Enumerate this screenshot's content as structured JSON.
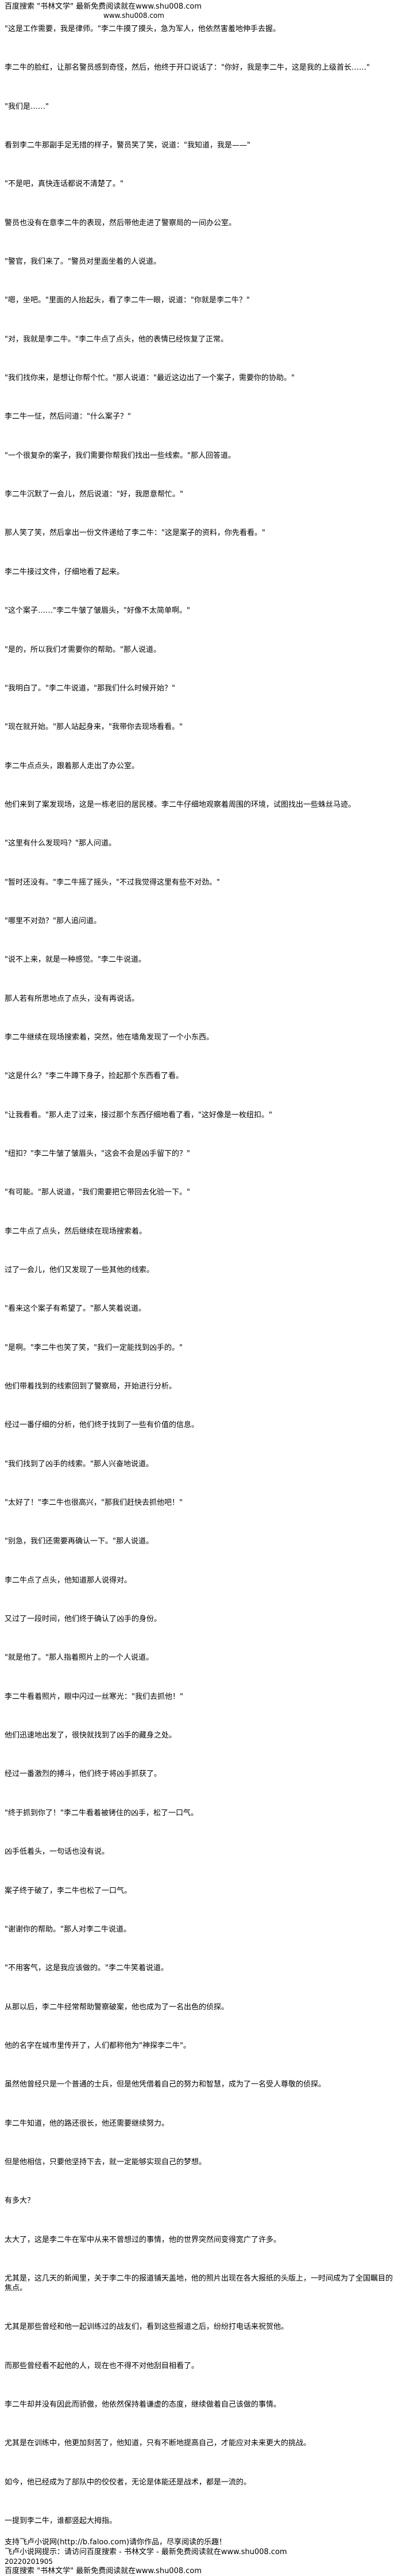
{
  "header": {
    "banner": "百度搜索 \"书林文学\" 最新免费阅读就在www.shu008.com",
    "url": "www.shu008.com"
  },
  "paragraphs": [
    "\"这是工作需要，我是律师。\"李二牛摸了摸头，急为军人，他依然害羞地伸手去握。",
    "李二牛的脸红，让那名警员感到奇怪，然后，他终于开口说话了：\"你好，我是李二牛，这是我的上级首长……\"",
    "\"我们是……\"",
    "看到李二牛那副手足无措的样子，警员笑了笑，说道：\"我知道，我是——\"",
    "\"不是吧，真快连话都说不清楚了。\"",
    "警员也没有在意李二牛的表现，然后带他走进了警察局的一间办公室。",
    "\"警官，我们来了。\"警员对里面坐着的人说道。",
    "\"嗯，坐吧。\"里面的人抬起头，看了李二牛一眼，说道：\"你就是李二牛？\"",
    "\"对，我就是李二牛。\"李二牛点了点头，他的表情已经恢复了正常。",
    "\"我们找你来，是想让你帮个忙。\"那人说道：\"最近这边出了一个案子，需要你的协助。\"",
    "李二牛一怔，然后问道：\"什么案子？\"",
    "\"一个很复杂的案子，我们需要你帮我们找出一些线索。\"那人回答道。",
    "李二牛沉默了一会儿，然后说道：\"好，我愿意帮忙。\"",
    "那人笑了笑，然后拿出一份文件递给了李二牛：\"这是案子的资料，你先看看。\"",
    "李二牛接过文件，仔细地看了起来。",
    "\"这个案子……\"李二牛皱了皱眉头，\"好像不太简单啊。\"",
    "\"是的，所以我们才需要你的帮助。\"那人说道。",
    "\"我明白了。\"李二牛说道，\"那我们什么时候开始？\"",
    "\"现在就开始。\"那人站起身来，\"我带你去现场看看。\"",
    "李二牛点点头，跟着那人走出了办公室。",
    "他们来到了案发现场，这是一栋老旧的居民楼。李二牛仔细地观察着周围的环境，试图找出一些蛛丝马迹。",
    "\"这里有什么发现吗？\"那人问道。",
    "\"暂时还没有。\"李二牛摇了摇头，\"不过我觉得这里有些不对劲。\"",
    "\"哪里不对劲？\"那人追问道。",
    "\"说不上来，就是一种感觉。\"李二牛说道。",
    "那人若有所思地点了点头，没有再说话。",
    "李二牛继续在现场搜索着，突然，他在墙角发现了一个小东西。",
    "\"这是什么？\"李二牛蹲下身子，捡起那个东西看了看。",
    "\"让我看看。\"那人走了过来，接过那个东西仔细地看了看，\"这好像是一枚纽扣。\"",
    "\"纽扣？\"李二牛皱了皱眉头，\"这会不会是凶手留下的？\"",
    "\"有可能。\"那人说道，\"我们需要把它带回去化验一下。\"",
    "李二牛点了点头，然后继续在现场搜索着。",
    "过了一会儿，他们又发现了一些其他的线索。",
    "\"看来这个案子有希望了。\"那人笑着说道。",
    "\"是啊。\"李二牛也笑了笑，\"我们一定能找到凶手的。\"",
    "他们带着找到的线索回到了警察局，开始进行分析。",
    "经过一番仔细的分析，他们终于找到了一些有价值的信息。",
    "\"我们找到了凶手的线索。\"那人兴奋地说道。",
    "\"太好了！\"李二牛也很高兴，\"那我们赶快去抓他吧！\"",
    "\"别急，我们还需要再确认一下。\"那人说道。",
    "李二牛点了点头，他知道那人说得对。",
    "又过了一段时间，他们终于确认了凶手的身份。",
    "\"就是他了。\"那人指着照片上的一个人说道。",
    "李二牛看着照片，眼中闪过一丝寒光：\"我们去抓他！\"",
    "他们迅速地出发了，很快就找到了凶手的藏身之处。",
    "经过一番激烈的搏斗，他们终于将凶手抓获了。",
    "\"终于抓到你了！\"李二牛看着被铐住的凶手，松了一口气。",
    "凶手低着头，一句话也没有说。",
    "案子终于破了，李二牛也松了一口气。",
    "\"谢谢你的帮助。\"那人对李二牛说道。",
    "\"不用客气，这是我应该做的。\"李二牛笑着说道。",
    "从那以后，李二牛经常帮助警察破案，他也成为了一名出色的侦探。",
    "他的名字在城市里传开了，人们都称他为\"神探李二牛\"。",
    "虽然他曾经只是一个普通的士兵，但是他凭借着自己的努力和智慧，成为了一名受人尊敬的侦探。",
    "李二牛知道，他的路还很长，他还需要继续努力。",
    "但是他相信，只要他坚持下去，就一定能够实现自己的梦想。",
    "有多大？",
    "太大了，这是李二牛在军中从来不曾想过的事情，他的世界突然间变得宽广了许多。",
    "尤其是，这几天的新闻里，关于李二牛的报道铺天盖地，他的照片出现在各大报纸的头版上，一时间成为了全国瞩目的焦点。",
    "尤其是那些曾经和他一起训练过的战友们，看到这些报道之后，纷纷打电话来祝贺他。",
    "而那些曾经看不起他的人，现在也不得不对他刮目相看了。",
    "李二牛却并没有因此而骄傲，他依然保持着谦虚的态度，继续做着自己该做的事情。",
    "尤其是在训练中，他更加刻苦了，他知道，只有不断地提高自己，才能应对未来更大的挑战。",
    "如今，他已经成为了部队中的佼佼者，无论是体能还是战术，都是一流的。",
    "一提到李二牛，谁都竖起大拇指。"
  ],
  "footer": {
    "line1": "支持飞卢小说网(http://b.faloo.com)请你作品，尽享阅读的乐趣！",
    "line2": "飞卢小说网提示：请访问百度搜索 - 书林文学 - 最新免费阅读就在www.shu008.com",
    "line3": "20220201905",
    "banner": "百度搜索 \"书林文学\" 最新免费阅读就在www.shu008.com"
  }
}
